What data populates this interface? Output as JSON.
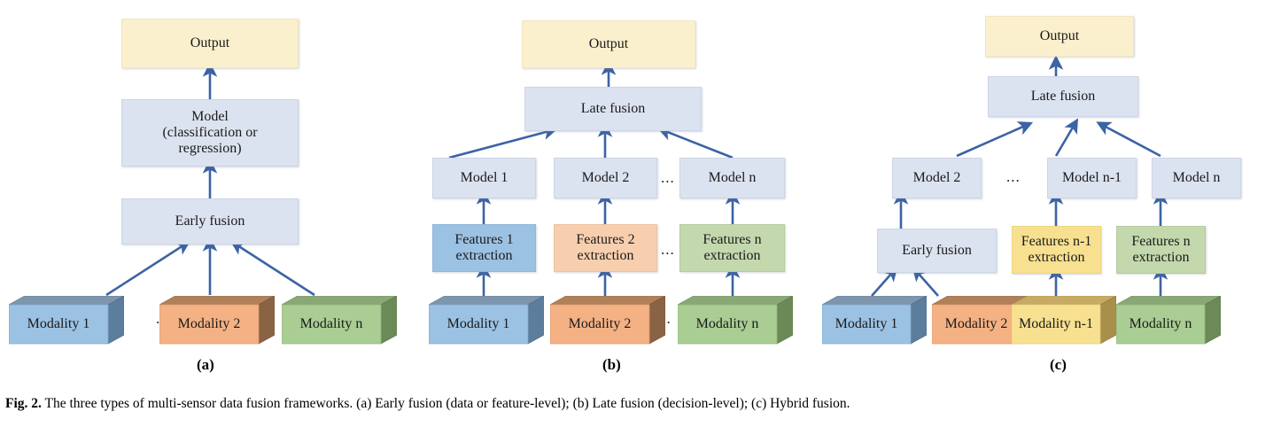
{
  "figure": {
    "caption_label": "Fig. 2.",
    "caption_text": "The three types of multi-sensor data fusion frameworks. (a) Early fusion (data or feature-level); (b) Late fusion (decision-level); (c) Hybrid fusion.",
    "arrow_color": "#3c63a5",
    "colors": {
      "flat_blue": "#dce3f0",
      "flat_cream": "#fbf0cd",
      "modality_blue_front": "#9cc2e3",
      "modality_blue_side": "#5c7d9c",
      "modality_orange_front": "#f4b183",
      "modality_orange_side": "#8a6244",
      "modality_green_front": "#a9cd93",
      "modality_green_side": "#6b8a58",
      "modality_yellow_front": "#f7e08f",
      "modality_yellow_side": "#a8904a"
    }
  },
  "panel_a": {
    "label": "(a)",
    "output": "Output",
    "model": "Model\n(classification or\nregression)",
    "early_fusion": "Early fusion",
    "ellipsis": "...",
    "modalities": [
      {
        "label": "Modality 1",
        "color": "blue"
      },
      {
        "label": "Modality 2",
        "color": "orange"
      },
      {
        "label": "Modality n",
        "color": "green"
      }
    ]
  },
  "panel_b": {
    "label": "(b)",
    "output": "Output",
    "late_fusion": "Late fusion",
    "ellipsis_models": "...",
    "ellipsis_features": "...",
    "ellipsis_modalities": "...",
    "models": [
      {
        "label": "Model 1"
      },
      {
        "label": "Model 2"
      },
      {
        "label": "Model n"
      }
    ],
    "features": [
      {
        "label": "Features 1\nextraction",
        "color": "blue"
      },
      {
        "label": "Features 2\nextraction",
        "color": "orange"
      },
      {
        "label": "Features n\nextraction",
        "color": "green"
      }
    ],
    "modalities": [
      {
        "label": "Modality 1",
        "color": "blue"
      },
      {
        "label": "Modality 2",
        "color": "orange"
      },
      {
        "label": "Modality n",
        "color": "green"
      }
    ]
  },
  "panel_c": {
    "label": "(c)",
    "output": "Output",
    "late_fusion": "Late fusion",
    "early_fusion": "Early fusion",
    "ellipsis_models": "...",
    "ellipsis_modalities": "...",
    "models": [
      {
        "label": "Model 2"
      },
      {
        "label": "Model n-1"
      },
      {
        "label": "Model n"
      }
    ],
    "features": [
      {
        "label": "Features n-1\nextraction",
        "color": "yellow"
      },
      {
        "label": "Features n\nextraction",
        "color": "green"
      }
    ],
    "modalities": [
      {
        "label": "Modality 1",
        "color": "blue"
      },
      {
        "label": "Modality 2",
        "color": "orange"
      },
      {
        "label": "Modality n-1",
        "color": "yellow"
      },
      {
        "label": "Modality n",
        "color": "green"
      }
    ]
  }
}
